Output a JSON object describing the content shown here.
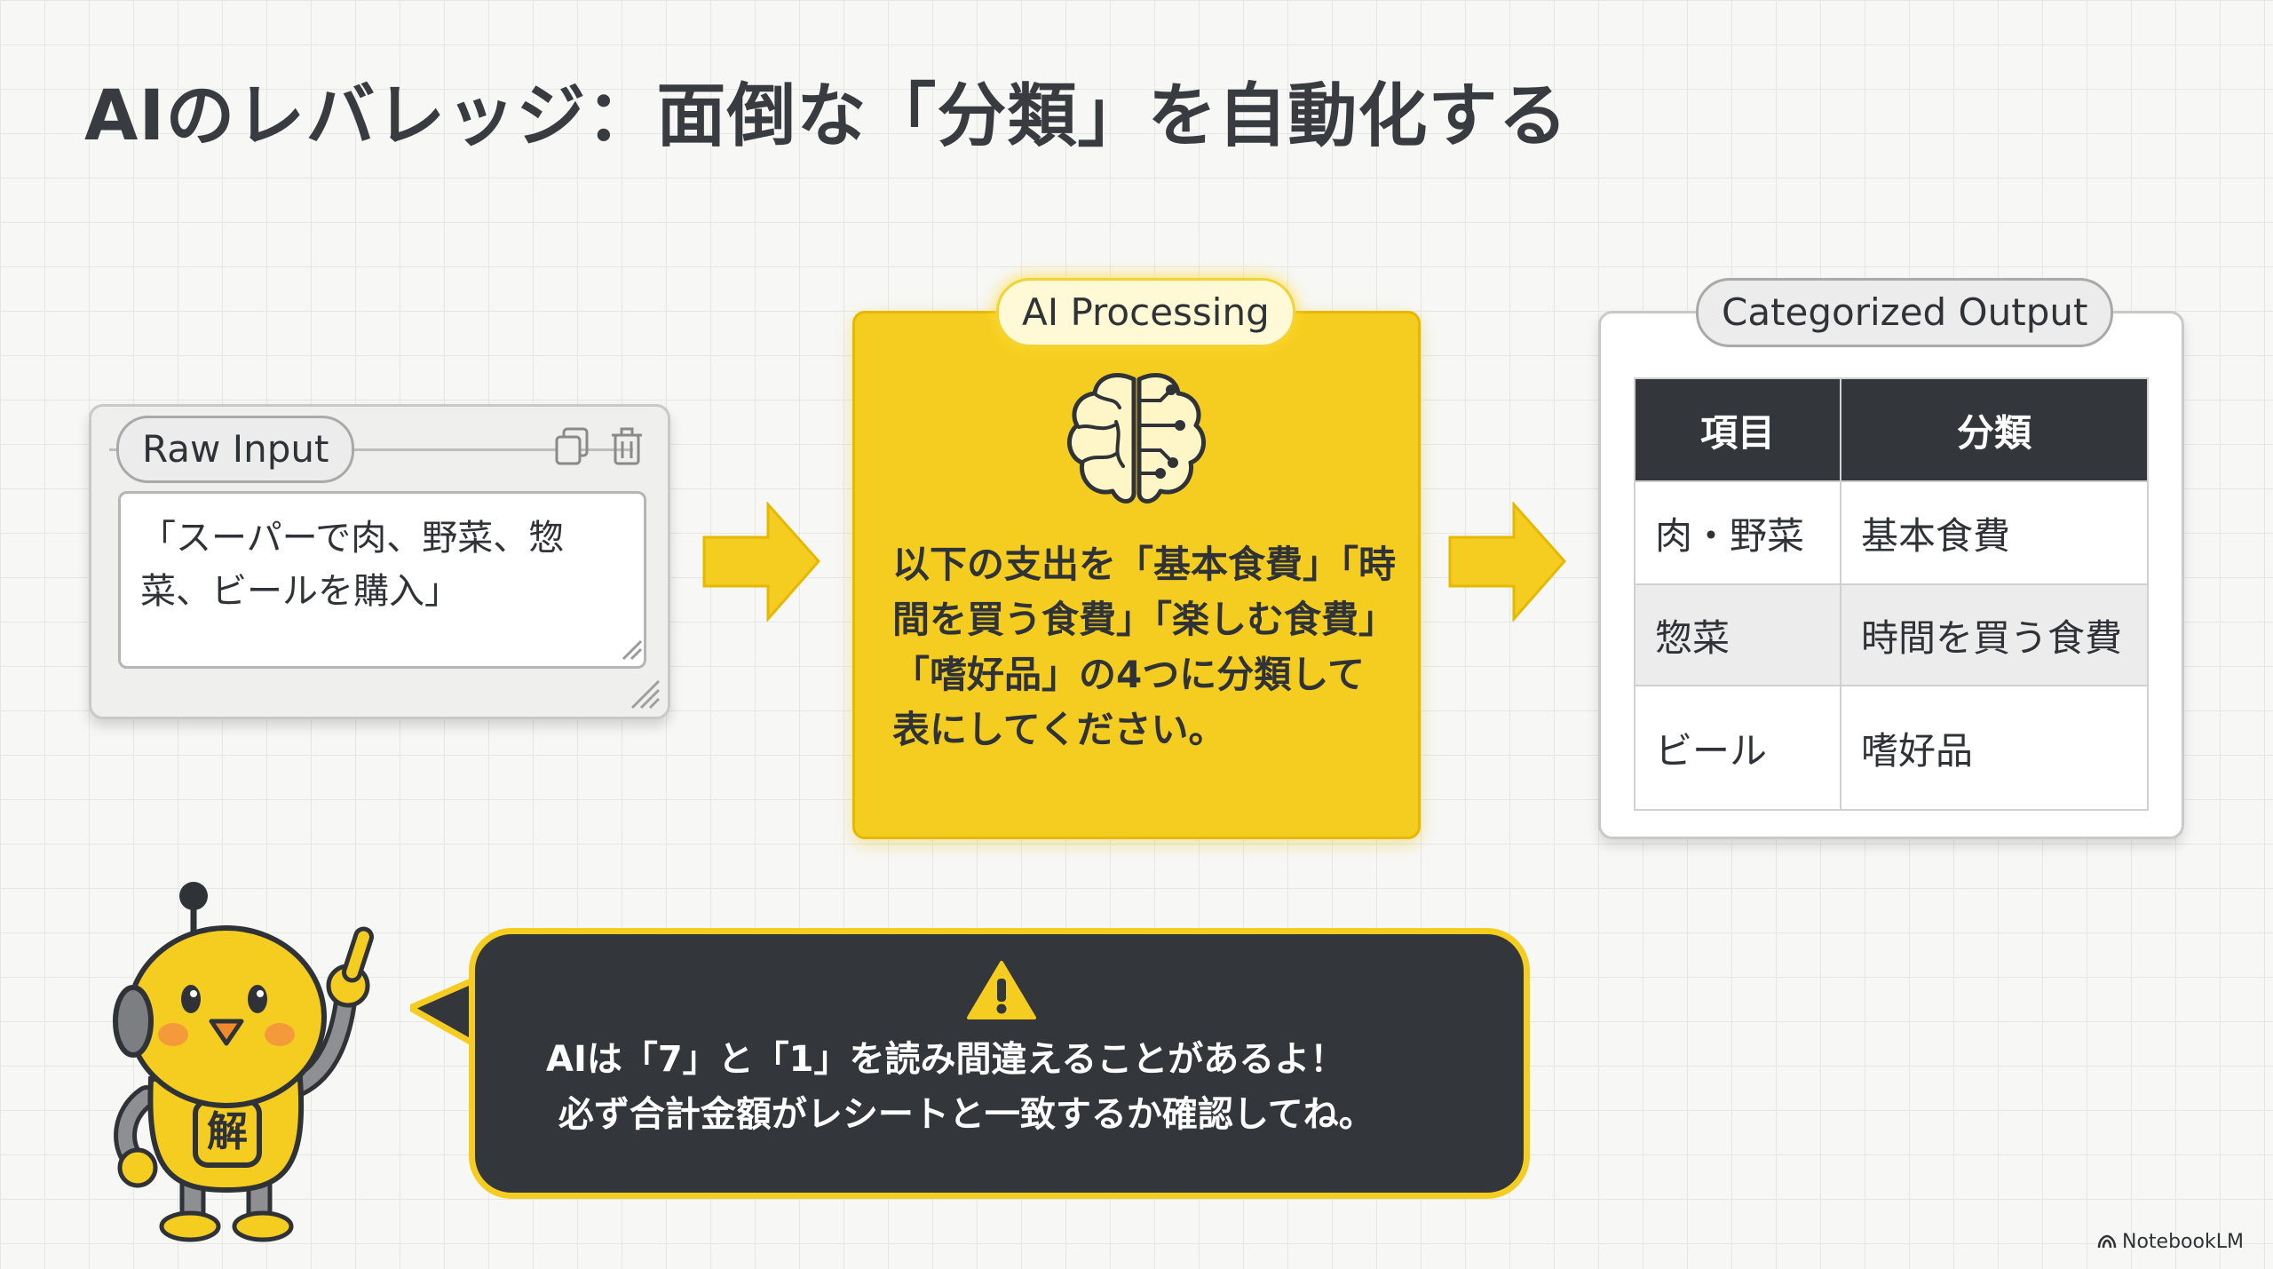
{
  "title": "AIのレバレッジ：面倒な「分類」を自動化する",
  "raw_input": {
    "tag": "Raw Input",
    "text": "「スーパーで肉、野菜、惣菜、ビールを購入」",
    "icons": [
      "copy-icon",
      "trash-icon"
    ]
  },
  "ai_processing": {
    "tag": "AI Processing",
    "icon": "brain-circuit-icon",
    "prompt": "以下の支出を「基本食費」「時間を買う食費」「楽しむ食費」「嗜好品」の4つに分類して表にしてください。"
  },
  "output": {
    "tag": "Categorized Output",
    "headers": [
      "項目",
      "分類"
    ],
    "rows": [
      [
        "肉・野菜",
        "基本食費"
      ],
      [
        "惣菜",
        "時間を買う食費"
      ],
      [
        "ビール",
        "嗜好品"
      ]
    ]
  },
  "mascot": {
    "badge": "解"
  },
  "warning": {
    "icon": "warning-icon",
    "text": "AIは「7」と「1」を読み間違えることがあるよ！\n 必ず合計金額がレシートと一致するか確認してね。"
  },
  "brand": "NotebookLM",
  "colors": {
    "accent_yellow": "#f5cd21",
    "dark": "#33363a",
    "background": "#f7f7f5"
  }
}
